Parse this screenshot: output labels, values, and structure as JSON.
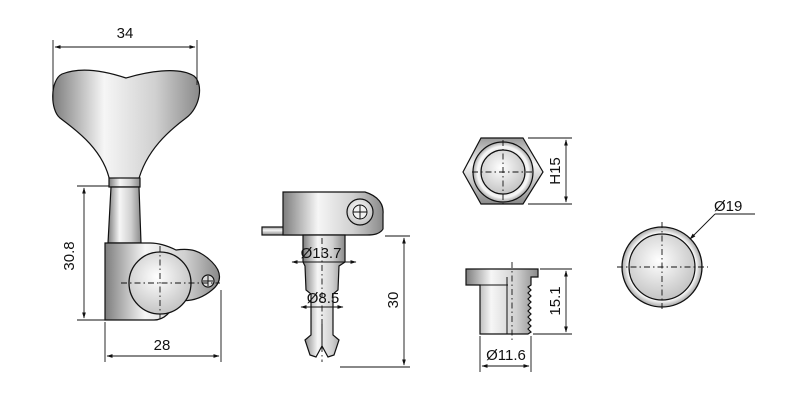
{
  "dimensions": {
    "knob_width": "34",
    "housing_height": "30.8",
    "housing_width": "28",
    "post_diameter": "Ø13.7",
    "shaft_diameter": "Ø8.5",
    "side_height": "30",
    "nut_height": "H15",
    "bushing_diameter": "Ø11.6",
    "bushing_height": "15.1",
    "washer_diameter": "Ø19"
  },
  "colors": {
    "line": "#111111",
    "background": "#ffffff",
    "metal_light": "#f4f4f4",
    "metal_dark": "#8a8a8a"
  }
}
